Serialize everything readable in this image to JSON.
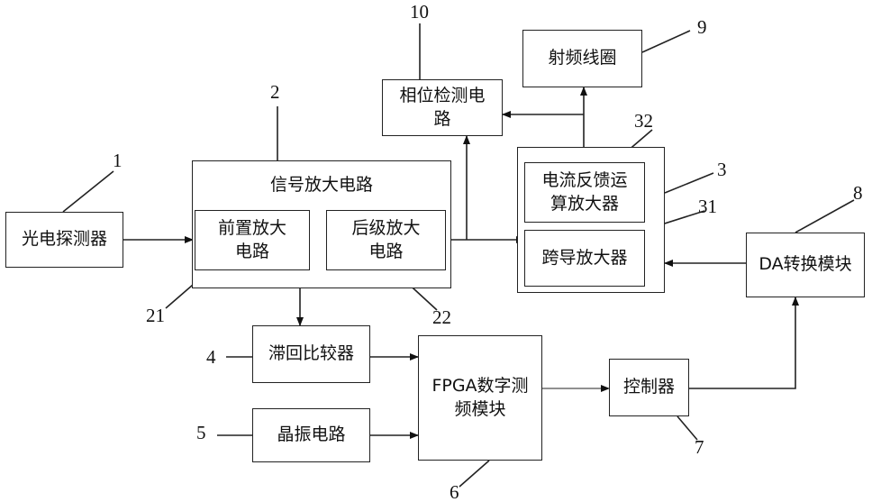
{
  "blocks": {
    "photodetector": "光电探测器",
    "signal_amp": "信号放大电路",
    "preamp_line1": "前置放大",
    "preamp_line2": "电路",
    "postamp_line1": "后级放大",
    "postamp_line2": "电路",
    "phase_line1": "相位检测电",
    "phase_line2": "路",
    "rf_coil": "射频线圈",
    "cfb_line1": "电流反馈运",
    "cfb_line2": "算放大器",
    "transcond": "跨导放大器",
    "da_module": "DA转换模块",
    "hysteresis": "滞回比较器",
    "crystal": "晶振电路",
    "fpga_line1": "FPGA数字测",
    "fpga_line2": "频模块",
    "controller": "控制器"
  },
  "labels": {
    "n1": "1",
    "n2": "2",
    "n3": "3",
    "n4": "4",
    "n5": "5",
    "n6": "6",
    "n7": "7",
    "n8": "8",
    "n9": "9",
    "n10": "10",
    "n21": "21",
    "n22": "22",
    "n31": "31",
    "n32": "32"
  }
}
